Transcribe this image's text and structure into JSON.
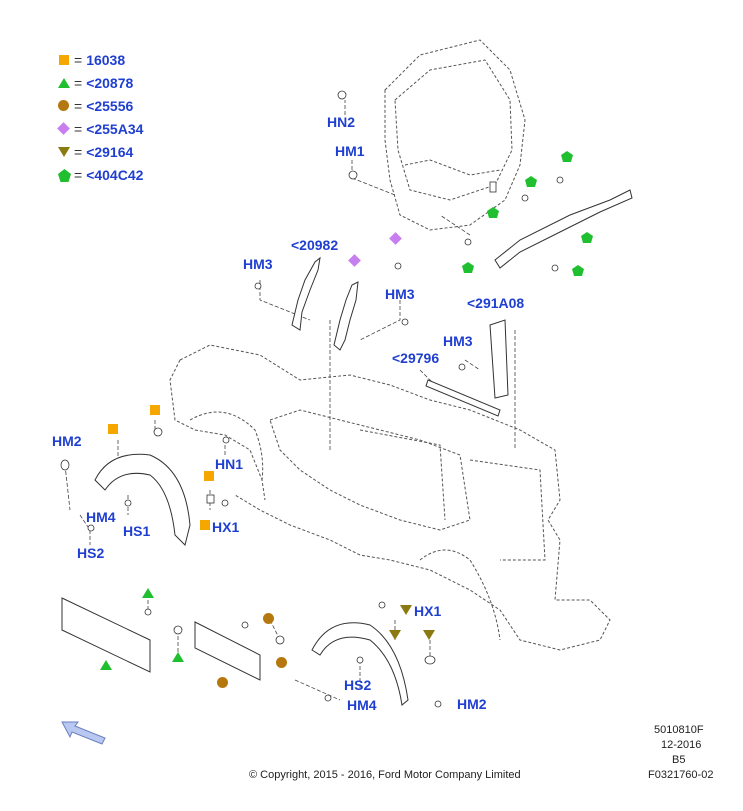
{
  "legend": [
    {
      "symbol": "orange-square",
      "code": "16038",
      "color": "#f5a700"
    },
    {
      "symbol": "green-triangle",
      "code": "<20878",
      "color": "#1fbf2f"
    },
    {
      "symbol": "brown-circle",
      "code": "<25556",
      "color": "#b5780f"
    },
    {
      "symbol": "purple-diamond",
      "code": "<255A34",
      "color": "#c77ff0"
    },
    {
      "symbol": "olive-triangle-down",
      "code": "<29164",
      "color": "#8a7a10"
    },
    {
      "symbol": "green-pentagon",
      "code": "<404C42",
      "color": "#1fbf2f"
    }
  ],
  "legend_equals": "=",
  "labels": {
    "hn2_top": "HN2",
    "hm1": "HM1",
    "hm3_a": "HM3",
    "p20982": "<20982",
    "hm3_b": "HM3",
    "p291a08": "<291A08",
    "hm3_c": "HM3",
    "p29796": "<29796",
    "hm2_left": "HM2",
    "hn1": "HN1",
    "hm4_left": "HM4",
    "hs1": "HS1",
    "hx1_left": "HX1",
    "hs2_left": "HS2",
    "hx1_right": "HX1",
    "hs2_right": "HS2",
    "hm4_right": "HM4",
    "hm2_right": "HM2"
  },
  "footer": {
    "code1": "5010810F",
    "date": "12-2016",
    "rev": "B5",
    "code2": "F0321760-02",
    "copyright": "© Copyright, 2015 - 2016, Ford Motor Company Limited"
  },
  "colors": {
    "label": "#1f3fd1",
    "line": "#444444",
    "arrow_fill": "#b8c8f0"
  }
}
